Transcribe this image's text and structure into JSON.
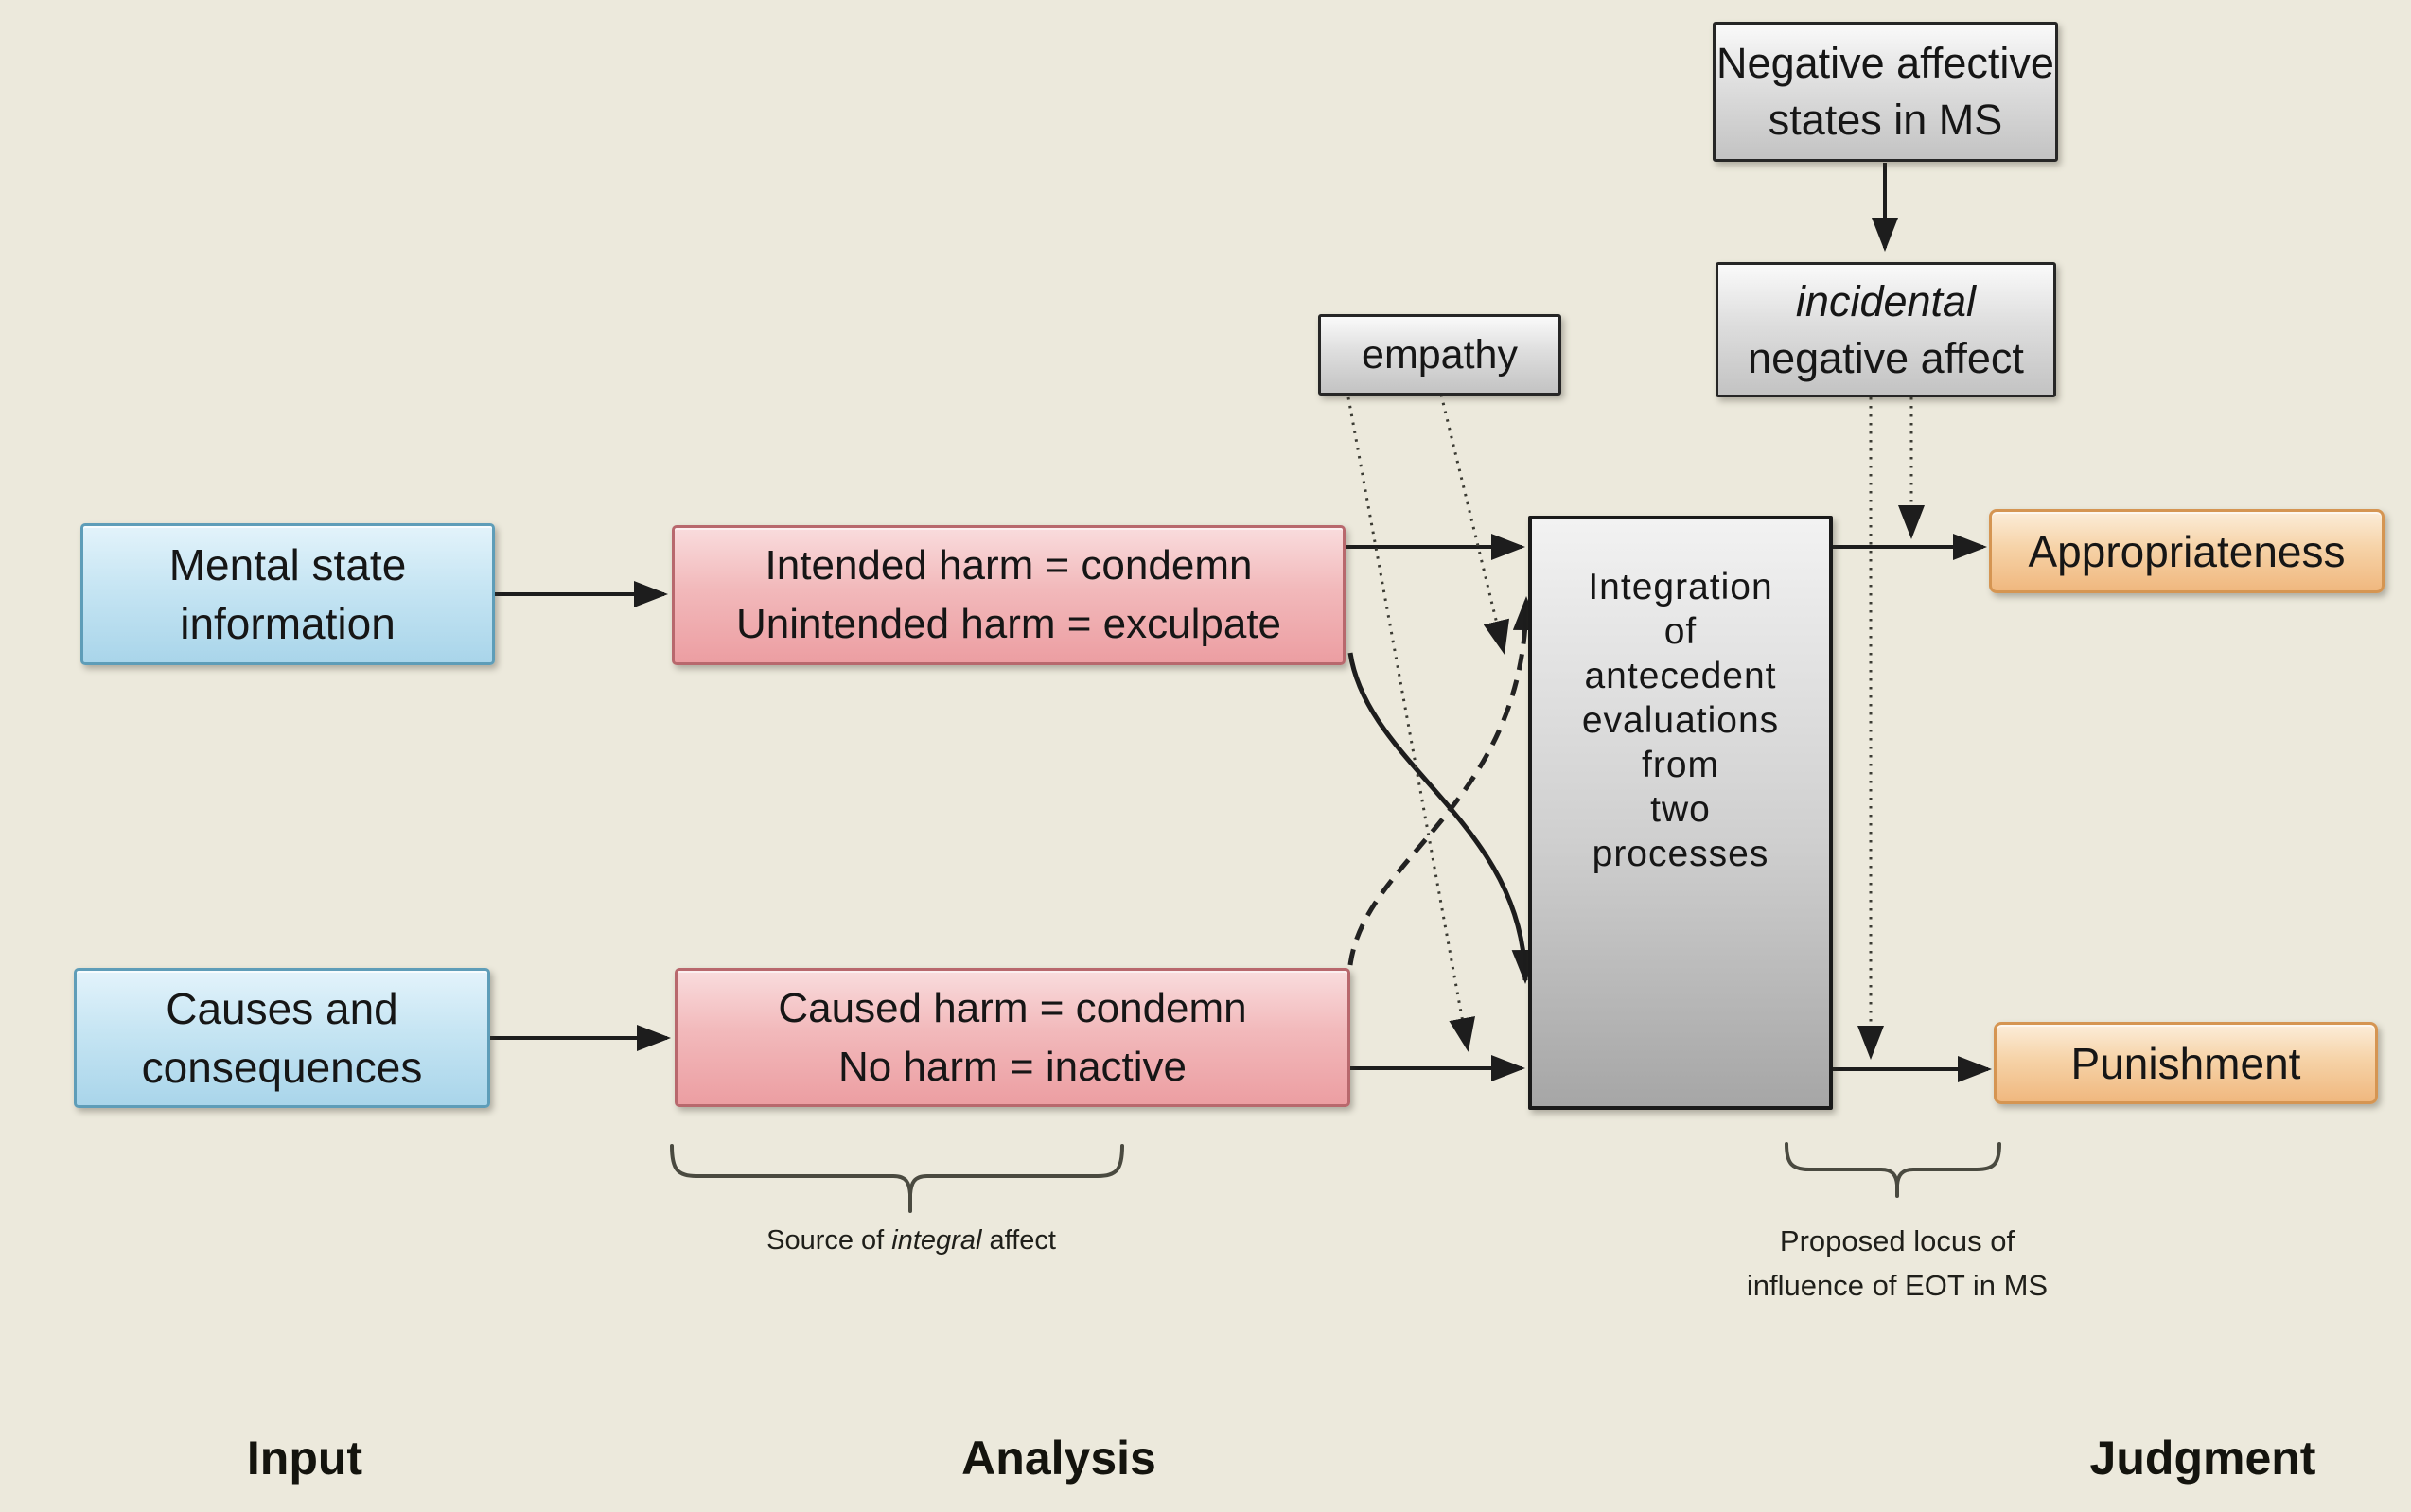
{
  "colors": {
    "background": "#ece9dc",
    "gray_box_fill_top": "#fafafa",
    "gray_box_fill_bottom": "#c3c3c3",
    "gray_box_border": "#262626",
    "blue_box_fill_top": "#e3f3fb",
    "blue_box_fill_bottom": "#a9d5ea",
    "blue_box_border": "#5e9db8",
    "pink_box_fill_top": "#f9dcdd",
    "pink_box_fill_bottom": "#ec9ea2",
    "pink_box_border": "#b8686d",
    "orange_box_fill_top": "#fcedd9",
    "orange_box_fill_bottom": "#f0b87f",
    "orange_box_border": "#d59552",
    "arrow": "#1d1d1d",
    "dotted_line": "#3b3b33",
    "brace": "#4a4a40"
  },
  "boxes": {
    "negative_affective_states": {
      "line1": "Negative affective",
      "line2": "states in MS"
    },
    "incidental_negative_affect": {
      "line1": "incidental",
      "line2": "negative affect"
    },
    "empathy": {
      "label": "empathy"
    },
    "mental_state_information": {
      "line1": "Mental state",
      "line2": "information"
    },
    "causes_and_consequences": {
      "line1": "Causes and",
      "line2": "consequences"
    },
    "intention_analysis": {
      "line1": "Intended harm = condemn",
      "line2": "Unintended harm = exculpate"
    },
    "causal_analysis": {
      "line1": "Caused harm = condemn",
      "line2": "No harm = inactive"
    },
    "integration": {
      "lines": [
        "Integration",
        "of",
        "antecedent",
        "evaluations",
        "from",
        "two",
        "processes"
      ]
    },
    "appropriateness": {
      "label": "Appropriateness"
    },
    "punishment": {
      "label": "Punishment"
    }
  },
  "annotations": {
    "source_of_integral_affect": {
      "prefix": "Source of ",
      "italic": "integral",
      "suffix": " affect"
    },
    "proposed_locus": {
      "line1": "Proposed locus of",
      "line2": "influence of EOT in MS"
    }
  },
  "section_labels": {
    "input": "Input",
    "analysis": "Analysis",
    "judgment": "Judgment"
  }
}
